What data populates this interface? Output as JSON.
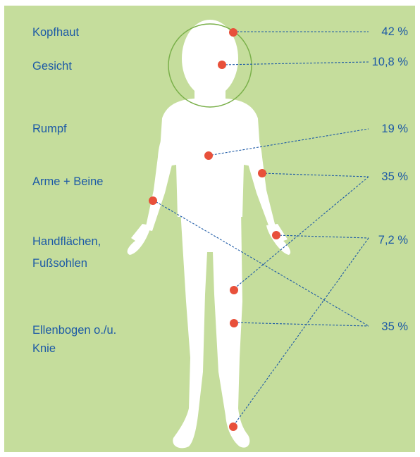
{
  "regions": [
    {
      "id": "kopfhaut",
      "label_lines": [
        "Kopfhaut"
      ],
      "value": "42 %"
    },
    {
      "id": "gesicht",
      "label_lines": [
        "Gesicht"
      ],
      "value": "10,8 %"
    },
    {
      "id": "rumpf",
      "label_lines": [
        "Rumpf"
      ],
      "value": "19 %"
    },
    {
      "id": "arme-beine",
      "label_lines": [
        "Arme + Beine"
      ],
      "value": "35 %"
    },
    {
      "id": "handflaechen",
      "label_lines": [
        "Handflächen,",
        "Fußsohlen"
      ],
      "value": "7,2 %"
    },
    {
      "id": "ellenbogen",
      "label_lines": [
        "Ellenbogen o./u.",
        "Knie"
      ],
      "value": "35 %"
    }
  ],
  "colors": {
    "background": "#c5dd9c",
    "text": "#1d5aa6",
    "marker": "#e8503a",
    "head_circle": "#7ab04a",
    "leader_line": "#1d5aa6",
    "body": "#ffffff"
  }
}
